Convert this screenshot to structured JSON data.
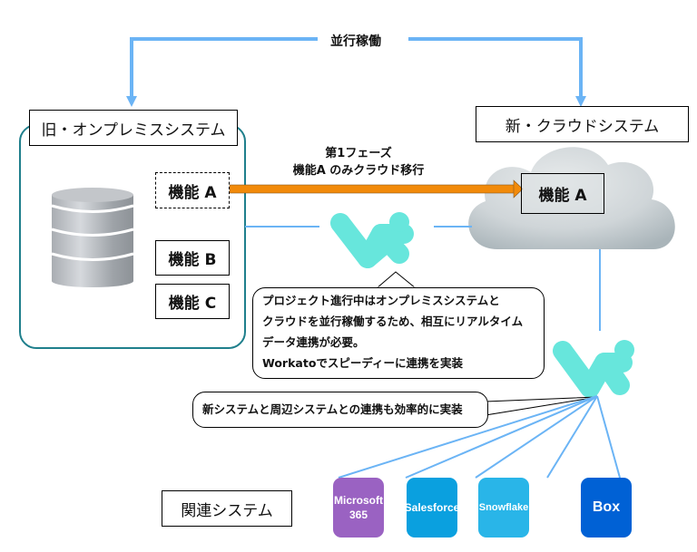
{
  "parallel_label": "並行稼働",
  "onprem": {
    "title": "旧・オンプレミスシステム",
    "functions": [
      "機能 A",
      "機能 B",
      "機能 C"
    ],
    "border_color": "#1f7f8c"
  },
  "cloud": {
    "title": "新・クラウドシステム",
    "function": "機能 A"
  },
  "phase": {
    "line1": "第1フェーズ",
    "line2": "機能A のみクラウド移行",
    "arrow_color": "#f28a0a"
  },
  "callouts": {
    "sync": [
      "プロジェクト進行中はオンプレミスシステムと",
      "クラウドを並行稼働するため、相互にリアルタイム",
      "データ連携が必要。",
      "Workatoでスピーディーに連携を実装"
    ],
    "related": "新システムと周辺システムとの連携も効率的に実装"
  },
  "related_systems": {
    "label": "関連システム",
    "items": [
      {
        "name": "Microsoft 365",
        "line1": "Microsoft",
        "line2": "365",
        "color": "#9a62c2"
      },
      {
        "name": "Salesforce",
        "line1": "Salesforce",
        "line2": "",
        "color": "#0aa0df"
      },
      {
        "name": "Snowflake",
        "line1": "Snowflake",
        "line2": "",
        "color": "#29b5e8"
      },
      {
        "name": "Box",
        "line1": "Box",
        "line2": "",
        "color": "#0061d5"
      }
    ]
  },
  "colors": {
    "connector_blue": "#6bb4f5",
    "workato_teal": "#67e6dc"
  },
  "icons": [
    "database-icon",
    "cloud-icon",
    "workato-logo-icon"
  ]
}
